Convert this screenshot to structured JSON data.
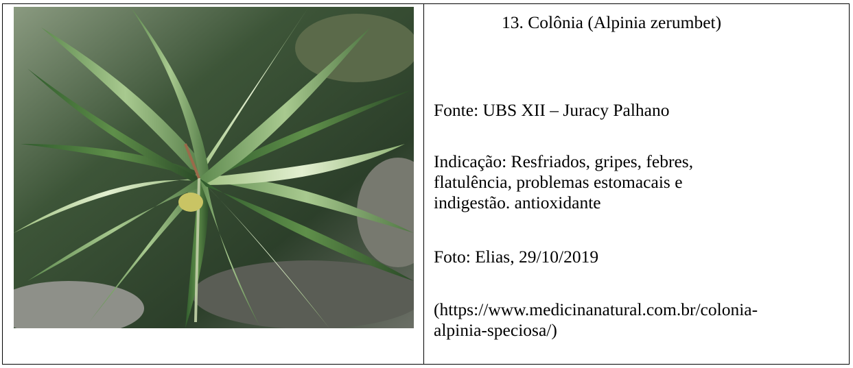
{
  "card": {
    "title": "13. Colônia (Alpinia zerumbet)",
    "fonte": "Fonte: UBS XII – Juracy Palhano",
    "indicacao_lines": [
      "Indicação: Resfriados, gripes, febres,",
      "flatulência, problemas estomacais e",
      "indigestão. antioxidante"
    ],
    "foto": "Foto: Elias, 29/10/2019",
    "url_lines": [
      "(https://www.medicinanatural.com.br/colonia-",
      "alpinia-speciosa/)"
    ]
  },
  "colors": {
    "border": "#000000",
    "leaf_dark": "#2f4a2c",
    "leaf_light": "#7fa36a",
    "leaf_highlight": "#c8d9b4"
  }
}
